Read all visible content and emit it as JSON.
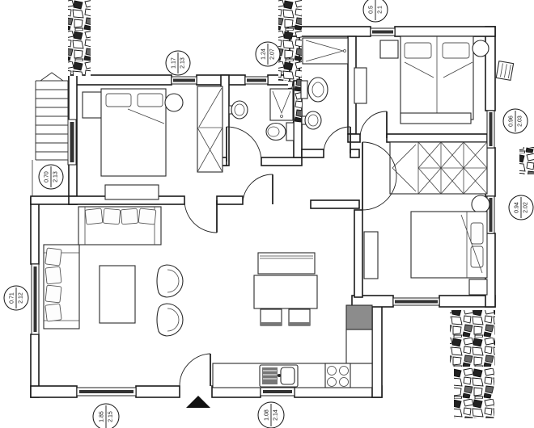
{
  "plan": {
    "dimension_labels": [
      {
        "name": "window-top-bedroom1",
        "w": "1.17",
        "h": "2.13"
      },
      {
        "name": "window-top-bathroom",
        "w": "1.24",
        "h": "2.07"
      },
      {
        "name": "window-top-bedroom2",
        "w": "0.5",
        "h": "2.1"
      },
      {
        "name": "window-right-bedroom2",
        "w": "0.96",
        "h": "2.03"
      },
      {
        "name": "window-right-bedroom3",
        "w": "0.94",
        "h": "2.02"
      },
      {
        "name": "door-left-landing",
        "w": "0.70",
        "h": "2.13"
      },
      {
        "name": "window-left-living",
        "w": "0.71",
        "h": "2.12"
      },
      {
        "name": "window-bottom-living",
        "w": "1.85",
        "h": "2.15"
      },
      {
        "name": "window-bottom-kitchen",
        "w": "1.08",
        "h": "2.14"
      }
    ],
    "fixtures": [
      "double-bed",
      "wardrobe",
      "x-closet",
      "nightstand",
      "round-table",
      "dresser",
      "sofa",
      "armchair",
      "coffee-table",
      "dining-table",
      "bench",
      "chair",
      "kitchen-counter",
      "kitchen-sink",
      "stove",
      "refrigerator",
      "toilet",
      "washbasin",
      "shower",
      "stairs",
      "stone-wall-texture",
      "entry-arrow"
    ],
    "colors": {
      "wall_stroke": "#1a1a1a",
      "window_band": "#333333",
      "appliance_fill": "#8c8c8c",
      "marker_fill": "#111111",
      "background": "#ffffff"
    }
  }
}
